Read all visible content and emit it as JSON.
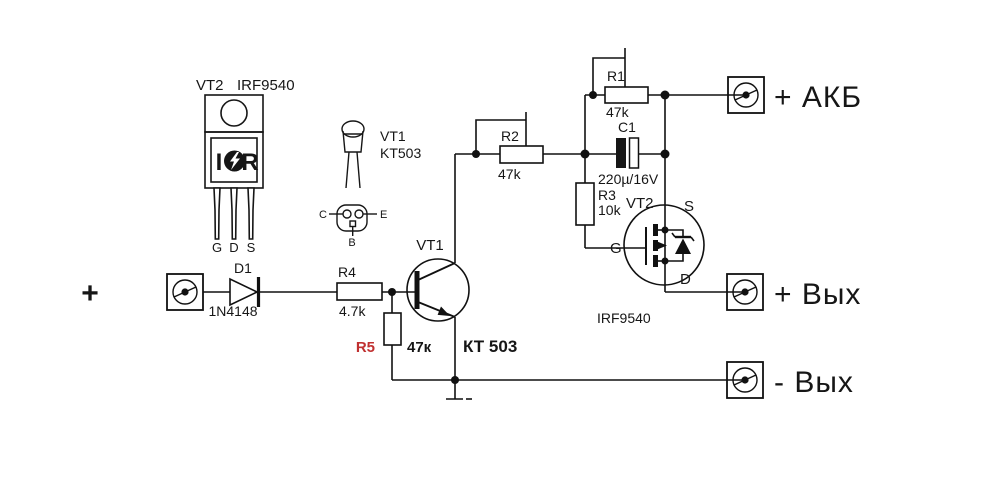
{
  "colors": {
    "ink": "#161616",
    "wire": "#111111",
    "background": "#ffffff",
    "r5_red": "#c03030"
  },
  "package_view": {
    "to220": {
      "ref": "VT2",
      "part": "IRF9540",
      "logo_left": "I",
      "logo_right": "R",
      "pin1": "G",
      "pin2": "D",
      "pin3": "S"
    },
    "to92": {
      "ref": "VT1",
      "part": "KT503",
      "pin_left": "C",
      "pin_right": "E",
      "pin_bottom": "B"
    }
  },
  "schematic": {
    "input_plus": "+",
    "d1": {
      "ref": "D1",
      "value": "1N4148"
    },
    "r1": {
      "ref": "R1",
      "value": "47k"
    },
    "r2": {
      "ref": "R2",
      "value": "47k"
    },
    "r3": {
      "ref": "R3",
      "value": "10k"
    },
    "r4": {
      "ref": "R4",
      "value": "4.7k"
    },
    "r5": {
      "ref": "R5",
      "value": "47к"
    },
    "c1": {
      "ref": "C1",
      "value": "220µ/16V"
    },
    "vt1": {
      "ref": "VT1",
      "part": "КТ 503"
    },
    "vt2": {
      "ref": "VT2",
      "part": "IRF9540",
      "pin_g": "G",
      "pin_s": "S",
      "pin_d": "D"
    },
    "terminals": {
      "akb": "+ АКБ",
      "out_plus": "+ Вых",
      "out_minus": "- Вых"
    }
  }
}
